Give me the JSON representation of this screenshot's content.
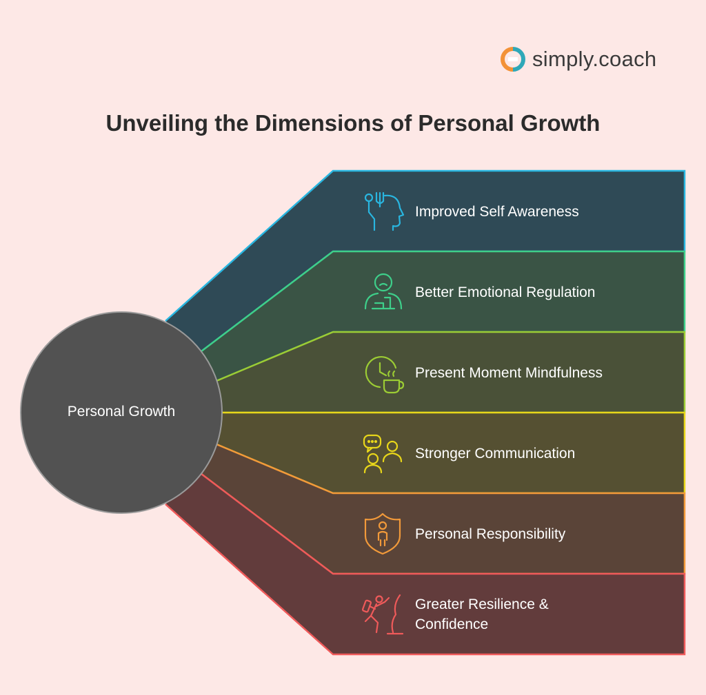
{
  "brand": {
    "name": "simply.coach",
    "icon": "simply-coach-logo-icon"
  },
  "title": "Unveiling the Dimensions of Personal Growth",
  "hub": {
    "label": "Personal Growth"
  },
  "branches": [
    {
      "label": "Improved Self Awareness",
      "icon": "head-silhouette-icon",
      "color": "#29b6e0",
      "fill": "#2f4a56"
    },
    {
      "label": "Better Emotional Regulation",
      "icon": "person-at-desk-icon",
      "color": "#3ecf8a",
      "fill": "#3a5445"
    },
    {
      "label": "Present Moment Mindfulness",
      "icon": "clock-with-cup-icon",
      "color": "#9ccc34",
      "fill": "#4a5138"
    },
    {
      "label": "Stronger Communication",
      "icon": "people-talking-icon",
      "color": "#e8d61a",
      "fill": "#555032"
    },
    {
      "label": "Personal Responsibility",
      "icon": "person-in-shield-icon",
      "color": "#f29a3a",
      "fill": "#5a4438"
    },
    {
      "label": "Greater Resilience & Confidence",
      "icon": "climbing-person-icon",
      "color": "#ef5a5a",
      "fill": "#623c3c"
    }
  ],
  "colors": {
    "background": "#fde8e6",
    "hub": "#525252",
    "brand_orange": "#f39237",
    "brand_teal": "#2fa8b8"
  }
}
